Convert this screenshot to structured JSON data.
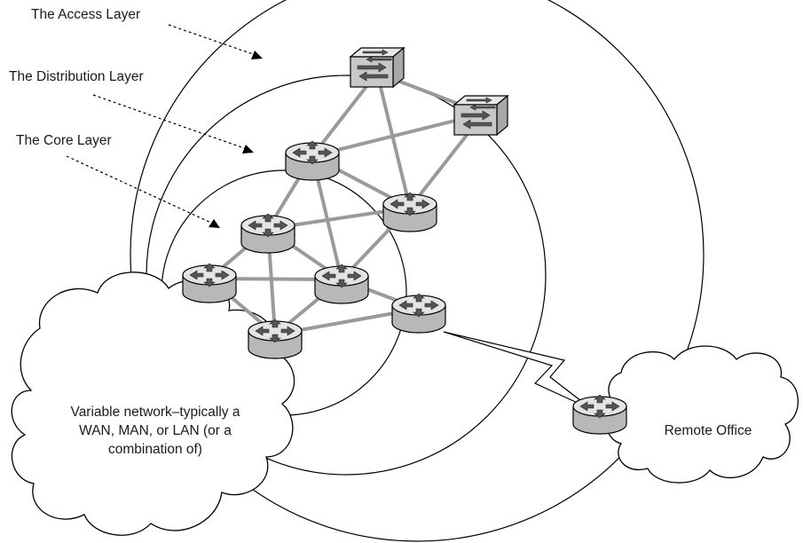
{
  "diagram": {
    "layers": [
      {
        "id": "access",
        "label": "The Access Layer"
      },
      {
        "id": "distribution",
        "label": "The Distribution Layer"
      },
      {
        "id": "core",
        "label": "The Core Layer"
      }
    ],
    "variable_network": {
      "line1": "Variable network–typically a",
      "line2": "WAN, MAN, or LAN (or a",
      "line3": "combination of)"
    },
    "remote_office": {
      "label": "Remote Office"
    },
    "colors": {
      "link": "#9a9a9a",
      "outline": "#000000",
      "device_fill": "#cfcfcf",
      "device_top": "#e6e6e6"
    },
    "icons": [
      "router-icon",
      "switch-icon",
      "wan-serial-link-icon",
      "cloud-icon"
    ]
  }
}
